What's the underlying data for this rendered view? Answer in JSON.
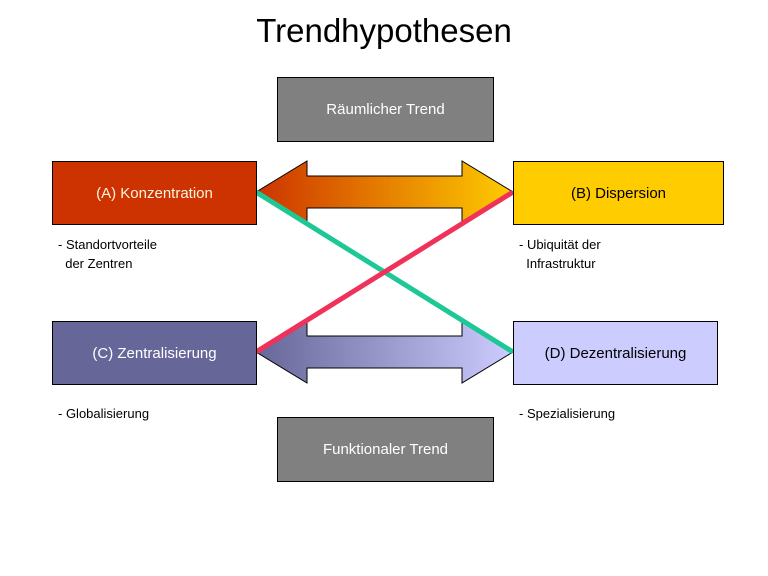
{
  "title": "Trendhypothesen",
  "spatial_trend": "Räumlicher Trend",
  "functional_trend": "Funktionaler Trend",
  "boxes": {
    "a": {
      "label": "(A) Konzentration",
      "note": "- Standortvorteile\n  der Zentren",
      "color": "#CC3300"
    },
    "b": {
      "label": "(B) Dispersion",
      "note": "- Ubiquität der\n  Infrastruktur",
      "color": "#FFCC00"
    },
    "c": {
      "label": "(C) Zentralisierung",
      "note": "- Globalisierung",
      "color": "#666699"
    },
    "d": {
      "label": "(D) Dezentralisierung",
      "note": "- Spezialisierung",
      "color": "#CCCCFF"
    }
  },
  "colors": {
    "trend_box": "#808080",
    "line_ad": "#1EC896",
    "line_cb": "#F0325A"
  }
}
